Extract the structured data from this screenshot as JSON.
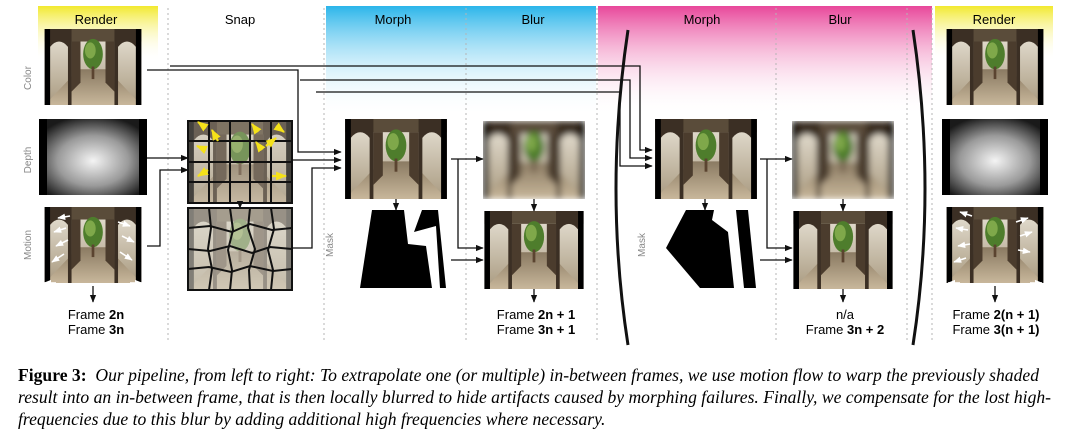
{
  "columns": {
    "render_left": "Render",
    "snap": "Snap",
    "morph_1": "Morph",
    "blur_1": "Blur",
    "morph_2": "Morph",
    "blur_2": "Blur",
    "render_right": "Render"
  },
  "row_labels": {
    "color": "Color",
    "depth": "Depth",
    "motion": "Motion",
    "mask_1": "Mask",
    "mask_2": "Mask"
  },
  "frames": {
    "render_left": {
      "line1_prefix": "Frame ",
      "line1_value": "2n",
      "line2_prefix": "Frame ",
      "line2_value": "3n"
    },
    "blur_1": {
      "line1_prefix": "Frame ",
      "line1_value": "2n + 1",
      "line2_prefix": "Frame ",
      "line2_value": "3n + 1"
    },
    "blur_2": {
      "line1_prefix": "",
      "line1_value": "n/a",
      "line2_prefix": "Frame ",
      "line2_value": "3n + 2"
    },
    "render_right": {
      "line1_prefix": "Frame ",
      "line1_value": "2(n + 1)",
      "line2_prefix": "Frame ",
      "line2_value": "3(n + 1)"
    }
  },
  "caption": {
    "figure": "Figure 3:",
    "text": "Our pipeline, from left to right: To extrapolate one (or multiple) in-between frames, we use motion flow to warp the previously shaded result into an in-between frame, that is then locally blurred to hide artifacts caused by morphing failures. Finally, we compensate for the lost high-frequencies due to this blur by adding additional high frequencies where necessary."
  },
  "colors": {
    "render_header": "#f2e92e",
    "morph1_header": "#2bb5ea",
    "morph2_header": "#e8479a",
    "arrow_yellow": "#f5e21a"
  },
  "icons": [
    "stone-arcade-color-thumbnail",
    "depth-map-thumbnail",
    "motion-flow-thumbnail",
    "snap-grid",
    "mask-thumbnail",
    "blurred-thumbnail"
  ]
}
